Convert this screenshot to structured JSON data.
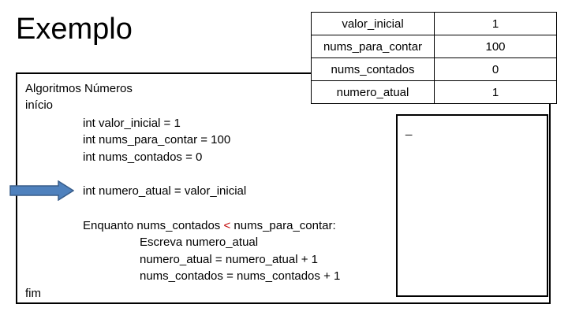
{
  "slide": {
    "title": "Exemplo"
  },
  "code": {
    "lines": [
      "Algoritmos Números",
      "início",
      "int valor_inicial = 1",
      "int nums_para_contar = 100",
      "int nums_contados = 0",
      "int numero_atual = valor_inicial",
      "Enquanto nums_contados ",
      "<",
      " nums_para_contar:",
      "Escreva numero_atual",
      "numero_atual = numero_atual + 1",
      "nums_contados = nums_contados + 1",
      "fim"
    ]
  },
  "variables": [
    {
      "name": "valor_inicial",
      "value": "1"
    },
    {
      "name": "nums_para_contar",
      "value": "100"
    },
    {
      "name": "nums_contados",
      "value": "0"
    },
    {
      "name": "numero_atual",
      "value": "1"
    }
  ],
  "output": {
    "cursor": "_"
  },
  "colors": {
    "arrow": "#4f81bd",
    "arrow_border": "#385d8a",
    "operator": "#c00000"
  },
  "icons": {
    "pointer": "right-arrow-icon"
  }
}
